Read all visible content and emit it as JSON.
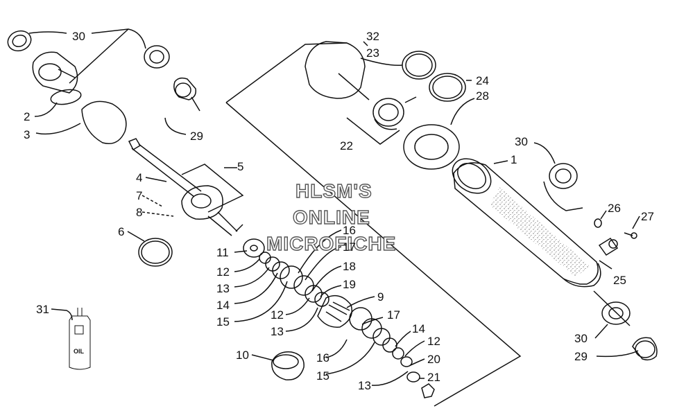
{
  "watermark": {
    "line1": "HLSM'S",
    "line2": "ONLINE",
    "line3": "MICROFICHE"
  },
  "oil_label": "OIL",
  "callouts": [
    {
      "id": "30a",
      "text": "30"
    },
    {
      "id": "2",
      "text": "2"
    },
    {
      "id": "3",
      "text": "3"
    },
    {
      "id": "29a",
      "text": "29"
    },
    {
      "id": "4",
      "text": "4"
    },
    {
      "id": "5",
      "text": "5"
    },
    {
      "id": "7",
      "text": "7"
    },
    {
      "id": "8",
      "text": "8"
    },
    {
      "id": "6",
      "text": "6"
    },
    {
      "id": "11",
      "text": "11"
    },
    {
      "id": "12a",
      "text": "12"
    },
    {
      "id": "13a",
      "text": "13"
    },
    {
      "id": "14a",
      "text": "14"
    },
    {
      "id": "15a",
      "text": "15"
    },
    {
      "id": "16a",
      "text": "16"
    },
    {
      "id": "17a",
      "text": "17"
    },
    {
      "id": "18",
      "text": "18"
    },
    {
      "id": "19",
      "text": "19"
    },
    {
      "id": "12b",
      "text": "12"
    },
    {
      "id": "13b",
      "text": "13"
    },
    {
      "id": "9",
      "text": "9"
    },
    {
      "id": "17b",
      "text": "17"
    },
    {
      "id": "10",
      "text": "10"
    },
    {
      "id": "16b",
      "text": "16"
    },
    {
      "id": "15b",
      "text": "15"
    },
    {
      "id": "14b",
      "text": "14"
    },
    {
      "id": "12c",
      "text": "12"
    },
    {
      "id": "20",
      "text": "20"
    },
    {
      "id": "21",
      "text": "21"
    },
    {
      "id": "13c",
      "text": "13"
    },
    {
      "id": "31",
      "text": "31"
    },
    {
      "id": "32",
      "text": "32"
    },
    {
      "id": "23",
      "text": "23"
    },
    {
      "id": "24",
      "text": "24"
    },
    {
      "id": "28",
      "text": "28"
    },
    {
      "id": "22",
      "text": "22"
    },
    {
      "id": "30b",
      "text": "30"
    },
    {
      "id": "1",
      "text": "1"
    },
    {
      "id": "26",
      "text": "26"
    },
    {
      "id": "27",
      "text": "27"
    },
    {
      "id": "25",
      "text": "25"
    },
    {
      "id": "30c",
      "text": "30"
    },
    {
      "id": "29b",
      "text": "29"
    }
  ]
}
